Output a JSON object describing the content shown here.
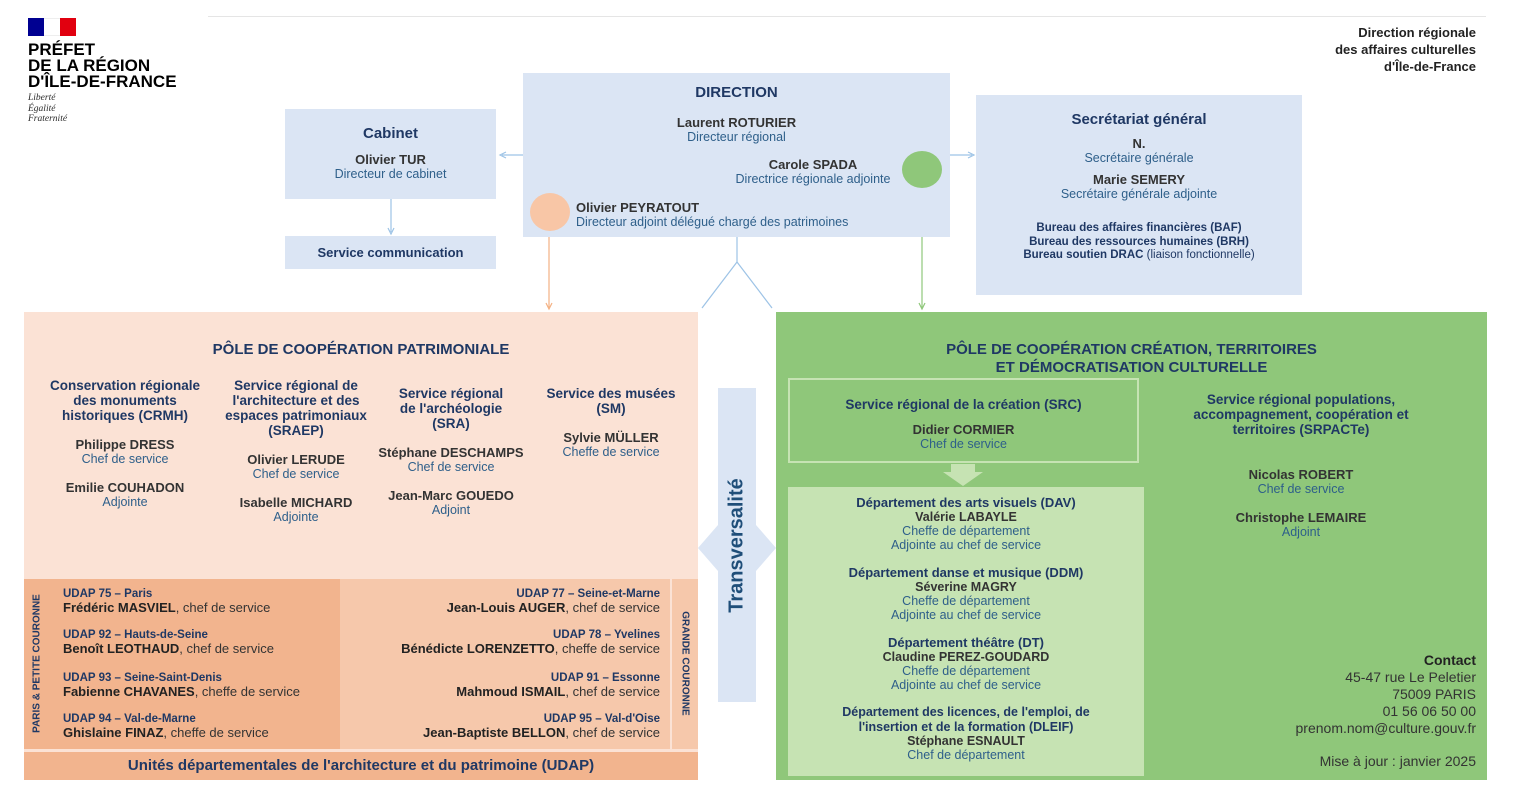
{
  "logo": {
    "line1": "PRÉFET",
    "line2": "DE LA RÉGION",
    "line3": "D'ÎLE-DE-FRANCE",
    "motto1": "Liberté",
    "motto2": "Égalité",
    "motto3": "Fraternité"
  },
  "header_right": {
    "line1": "Direction régionale",
    "line2": "des affaires culturelles",
    "line3": "d'Île-de-France"
  },
  "direction": {
    "title": "DIRECTION",
    "p1_name": "Laurent ROTURIER",
    "p1_role": "Directeur régional",
    "p2_name": "Carole SPADA",
    "p2_role": "Directrice régionale adjointe",
    "p3_name": "Olivier PEYRATOUT",
    "p3_role": "Directeur adjoint délégué chargé des patrimoines"
  },
  "cabinet": {
    "title": "Cabinet",
    "name": "Olivier TUR",
    "role": "Directeur de cabinet",
    "service": "Service communication"
  },
  "secretariat": {
    "title": "Secrétariat général",
    "p1_name": "N.",
    "p1_role": "Secrétaire générale",
    "p2_name": "Marie SEMERY",
    "p2_role": "Secrétaire générale adjointe",
    "b1": "Bureau des affaires financières (BAF)",
    "b2": "Bureau des ressources humaines (BRH)",
    "b3_bold": "Bureau soutien DRAC",
    "b3_rest": " (liaison fonctionnelle)"
  },
  "patrimoine": {
    "title": "PÔLE DE COOPÉRATION PATRIMONIALE",
    "services": [
      {
        "title": "Conservation régionale des monuments historiques (CRMH)",
        "n1": "Philippe DRESS",
        "r1": "Chef de service",
        "n2": "Emilie COUHADON",
        "r2": "Adjointe"
      },
      {
        "title": "Service régional de l'architecture et des espaces patrimoniaux (SRAEP)",
        "n1": "Olivier LERUDE",
        "r1": "Chef de service",
        "n2": "Isabelle MICHARD",
        "r2": "Adjointe"
      },
      {
        "title": "Service régional de l'archéologie (SRA)",
        "n1": "Stéphane DESCHAMPS",
        "r1": "Chef de service",
        "n2": "Jean-Marc GOUEDO",
        "r2": "Adjoint"
      },
      {
        "title": "Service des musées (SM)",
        "n1": "Sylvie MÜLLER",
        "r1": "Cheffe de service",
        "n2": "",
        "r2": ""
      }
    ],
    "side_left": "PARIS & PETITE COURONNE",
    "side_right": "GRANDE COURONNE",
    "udap_left": [
      {
        "title": "UDAP 75 – Paris",
        "name": "Frédéric MASVIEL",
        "role": ", chef de service"
      },
      {
        "title": "UDAP 92 – Hauts-de-Seine",
        "name": "Benoît LEOTHAUD",
        "role": ", chef de service"
      },
      {
        "title": "UDAP 93 – Seine-Saint-Denis",
        "name": "Fabienne CHAVANES",
        "role": ", cheffe de service"
      },
      {
        "title": "UDAP 94 – Val-de-Marne",
        "name": "Ghislaine FINAZ",
        "role": ", cheffe de service"
      }
    ],
    "udap_right": [
      {
        "title": "UDAP 77 – Seine-et-Marne",
        "name": "Jean-Louis AUGER",
        "role": ", chef de service"
      },
      {
        "title": "UDAP 78 – Yvelines",
        "name": "Bénédicte LORENZETTO",
        "role": ", cheffe de service"
      },
      {
        "title": "UDAP 91 – Essonne",
        "name": "Mahmoud ISMAIL",
        "role": ", chef de service"
      },
      {
        "title": "UDAP 95 – Val-d'Oise",
        "name": "Jean-Baptiste BELLON",
        "role": ", chef de service"
      }
    ],
    "udap_footer": "Unités départementales de l'architecture et du patrimoine (UDAP)"
  },
  "transversalite": "Transversalité",
  "creation": {
    "title1": "PÔLE DE COOPÉRATION CRÉATION, TERRITOIRES",
    "title2": "ET DÉMOCRATISATION CULTURELLE",
    "src": {
      "title": "Service régional de la création (SRC)",
      "name": "Didier CORMIER",
      "role": "Chef de service"
    },
    "depts": [
      {
        "title": "Département des arts visuels (DAV)",
        "name": "Valérie LABAYLE",
        "r1": "Cheffe de département",
        "r2": "Adjointe au chef de service"
      },
      {
        "title": "Département danse et musique (DDM)",
        "name": "Séverine MAGRY",
        "r1": "Cheffe de département",
        "r2": "Adjointe au chef de service"
      },
      {
        "title": "Département théâtre (DT)",
        "name": "Claudine PEREZ-GOUDARD",
        "r1": "Cheffe de département",
        "r2": "Adjointe au chef de service"
      },
      {
        "title": "Département des licences, de l'emploi, de l'insertion et de la formation (DLEIF)",
        "name": "Stéphane ESNAULT",
        "r1": "Chef de département",
        "r2": ""
      }
    ],
    "srpacte": {
      "title": "Service régional populations, accompagnement, coopération et territoires (SRPACTe)",
      "n1": "Nicolas ROBERT",
      "r1": "Chef de service",
      "n2": "Christophe LEMAIRE",
      "r2": "Adjoint"
    },
    "contact": {
      "label": "Contact",
      "l1": "45-47 rue Le Peletier",
      "l2": "75009 PARIS",
      "l3": "01 56 06 50 00",
      "l4": "prenom.nom@culture.gouv.fr",
      "update": "Mise à jour : janvier 2025"
    }
  },
  "colors": {
    "navy": "#1f3864",
    "blue_box": "#dbe5f4",
    "patrimoine_bg": "#fbe2d5",
    "udap_dark": "#f2b48e",
    "green": "#8fc77a",
    "green_light": "#c6e3b3",
    "circle_orange": "#f8c6a6",
    "circle_green": "#8fc77a"
  }
}
